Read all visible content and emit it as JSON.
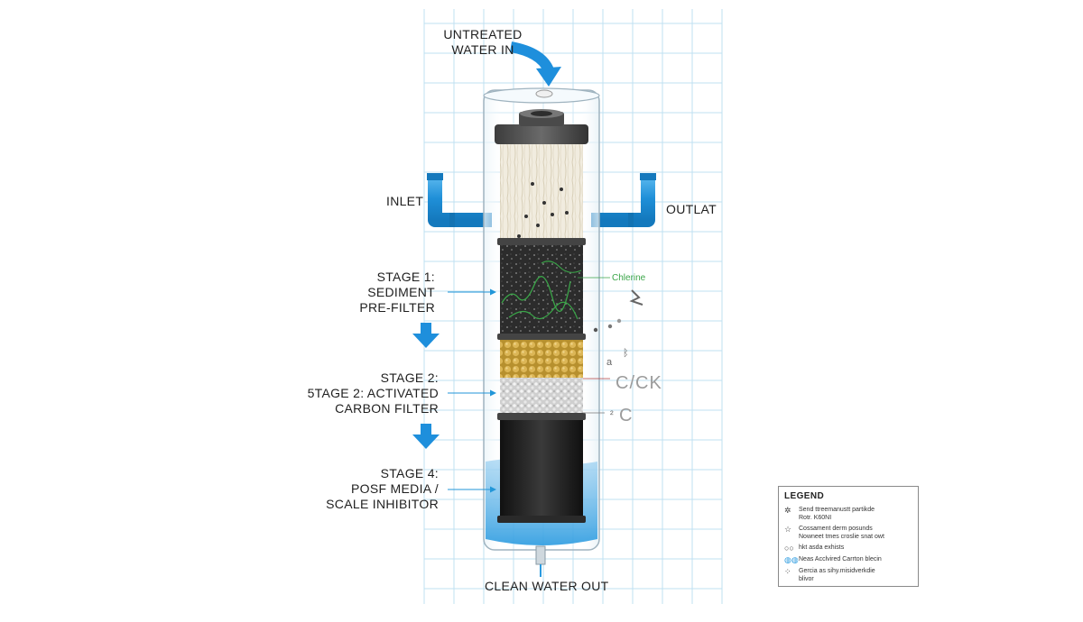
{
  "labels": {
    "untreated_line1": "UNTREATED",
    "untreated_line2": "WATER IN",
    "inlet": "INLET",
    "outlet": "OUTLAT",
    "stage1_line1": "STAGE 1:",
    "stage1_line2": "SEDIMENT",
    "stage1_line3": "PRE-FILTER",
    "stage2_line1": "STAGE 2:",
    "stage2_line2": "5TAGE 2: ACTIVATED",
    "stage2_line3": "CARBON FILTER",
    "stage4_line1": "STAGE 4:",
    "stage4_line2": "POSF MEDIA /",
    "stage4_line3": "SCALE INHIBITOR",
    "clean_water": "CLEAN WATER OUT",
    "chlorine": "Chlerine",
    "mark_cick": "C/CK",
    "mark_c": "C",
    "mark_small_c": "²",
    "mark_small_a": "a",
    "mark_small_b": "ᛒ"
  },
  "legend": {
    "title": "LEGEND",
    "items": [
      {
        "symbol": "✲",
        "line1": "Send ttreemanustt partikde",
        "line2": "Rotr. K60NI"
      },
      {
        "symbol": "☆",
        "line1": "Cossament derm posunds",
        "line2": "Nowneet tmes croslie snat owt"
      },
      {
        "symbol": "○○",
        "line1": "hkt asda exhists",
        "line2": ""
      },
      {
        "symbol": "◍◍",
        "line1": "Neas Acclvired Carrton blecin",
        "line2": ""
      },
      {
        "symbol": "⁘",
        "line1": "Gercia as sihy.misidverkdie",
        "line2": "blivor"
      }
    ]
  },
  "colors": {
    "water_blue": "#2b9be0",
    "arrow_blue": "#1e8fdc",
    "grid": "#bfe0f2",
    "pointer_line": "#2196d8",
    "sediment": "#ece6d6",
    "carbon": "#2a2a2a",
    "gold_media": "#caa340",
    "white_media": "#d9d9d9",
    "scale_media": "#1e1e1e",
    "chlorine_green": "#3aa548"
  },
  "icons": [
    "flow-arrow-down-icon",
    "curved-arrow-icon",
    "pipe-icon"
  ]
}
